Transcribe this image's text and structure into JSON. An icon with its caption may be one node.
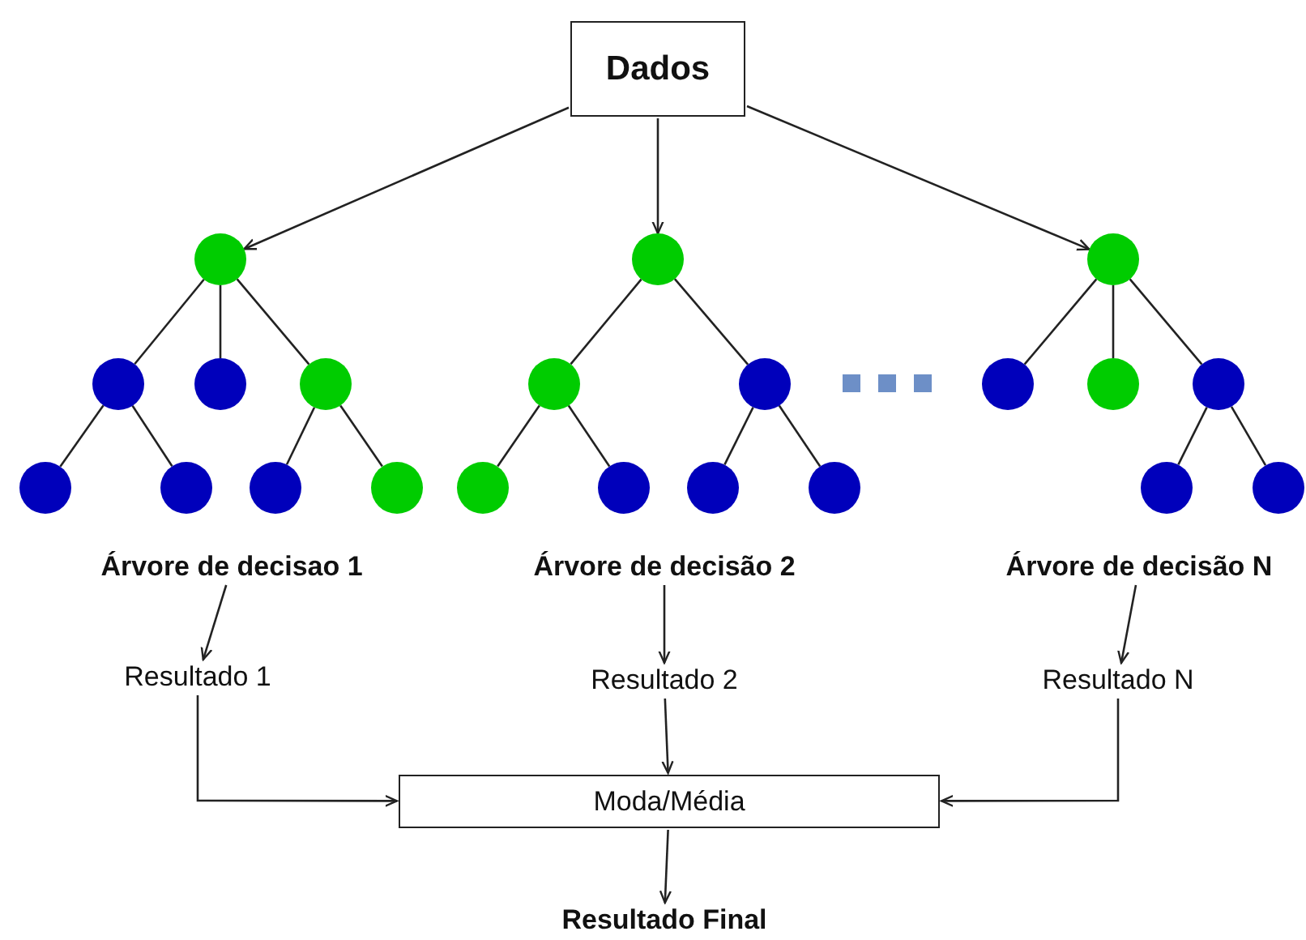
{
  "diagram": {
    "nodes": [
      {
        "text": [
          "Dados"
        ]
      },
      {
        "text": [],
        "shape": "circle"
      },
      {
        "text": [],
        "shape": "circle"
      },
      {
        "text": [],
        "shape": "circle"
      },
      {
        "text": [],
        "shape": "circle"
      },
      {
        "text": [],
        "shape": "circle"
      },
      {
        "text": [],
        "shape": "circle"
      },
      {
        "text": [],
        "shape": "circle"
      },
      {
        "text": [],
        "shape": "circle"
      },
      {
        "text": [],
        "shape": "circle"
      },
      {
        "text": [],
        "shape": "circle"
      },
      {
        "text": [],
        "shape": "circle"
      },
      {
        "text": [],
        "shape": "circle"
      },
      {
        "text": [],
        "shape": "circle"
      },
      {
        "text": [],
        "shape": "circle"
      },
      {
        "text": [],
        "shape": "circle"
      },
      {
        "text": [],
        "shape": "circle"
      },
      {
        "text": [],
        "shape": "circle"
      },
      {
        "text": [],
        "shape": "circle"
      },
      {
        "text": [],
        "shape": "circle"
      },
      {
        "text": [],
        "shape": "circle"
      },
      {
        "text": [],
        "shape": "circle"
      },
      {
        "text": [
          "Árvore de decisao 1"
        ]
      },
      {
        "text": [
          "Árvore de decisão 2"
        ]
      },
      {
        "text": [
          "Árvore de decisão N"
        ]
      },
      {
        "text": [
          "Resultado 1"
        ]
      },
      {
        "text": [
          "Resultado 2"
        ]
      },
      {
        "text": [
          "Resultado N"
        ]
      },
      {
        "text": [
          "Moda/Média"
        ]
      },
      {
        "text": [
          "Resultado Final"
        ]
      }
    ],
    "edges": [
      {
        "from": 0,
        "to": 1,
        "arrow": "to"
      },
      {
        "from": 0,
        "to": 2,
        "arrow": "to"
      },
      {
        "from": 0,
        "to": 3,
        "arrow": "to"
      },
      {
        "from": 1,
        "to": 4,
        "arrow": "none"
      },
      {
        "from": 1,
        "to": 5,
        "arrow": "none"
      },
      {
        "from": 1,
        "to": 6,
        "arrow": "none"
      },
      {
        "from": 4,
        "to": 12,
        "arrow": "none"
      },
      {
        "from": 4,
        "to": 13,
        "arrow": "none"
      },
      {
        "from": 6,
        "to": 14,
        "arrow": "none"
      },
      {
        "from": 6,
        "to": 15,
        "arrow": "none"
      },
      {
        "from": 2,
        "to": 7,
        "arrow": "none"
      },
      {
        "from": 2,
        "to": 8,
        "arrow": "none"
      },
      {
        "from": 7,
        "to": 16,
        "arrow": "none"
      },
      {
        "from": 7,
        "to": 17,
        "arrow": "none"
      },
      {
        "from": 8,
        "to": 18,
        "arrow": "none"
      },
      {
        "from": 8,
        "to": 19,
        "arrow": "none"
      },
      {
        "from": 3,
        "to": 9,
        "arrow": "none"
      },
      {
        "from": 3,
        "to": 10,
        "arrow": "none"
      },
      {
        "from": 3,
        "to": 11,
        "arrow": "none"
      },
      {
        "from": 11,
        "to": 20,
        "arrow": "none"
      },
      {
        "from": 11,
        "to": 21,
        "arrow": "none"
      },
      {
        "from": 22,
        "to": 25,
        "arrow": "to"
      },
      {
        "from": 23,
        "to": 26,
        "arrow": "to"
      },
      {
        "from": 24,
        "to": 27,
        "arrow": "to"
      },
      {
        "from": 25,
        "to": 28,
        "arrow": "to"
      },
      {
        "from": 26,
        "to": 28,
        "arrow": "to"
      },
      {
        "from": 27,
        "to": 28,
        "arrow": "to"
      },
      {
        "from": 28,
        "to": 29,
        "arrow": "to"
      }
    ]
  }
}
